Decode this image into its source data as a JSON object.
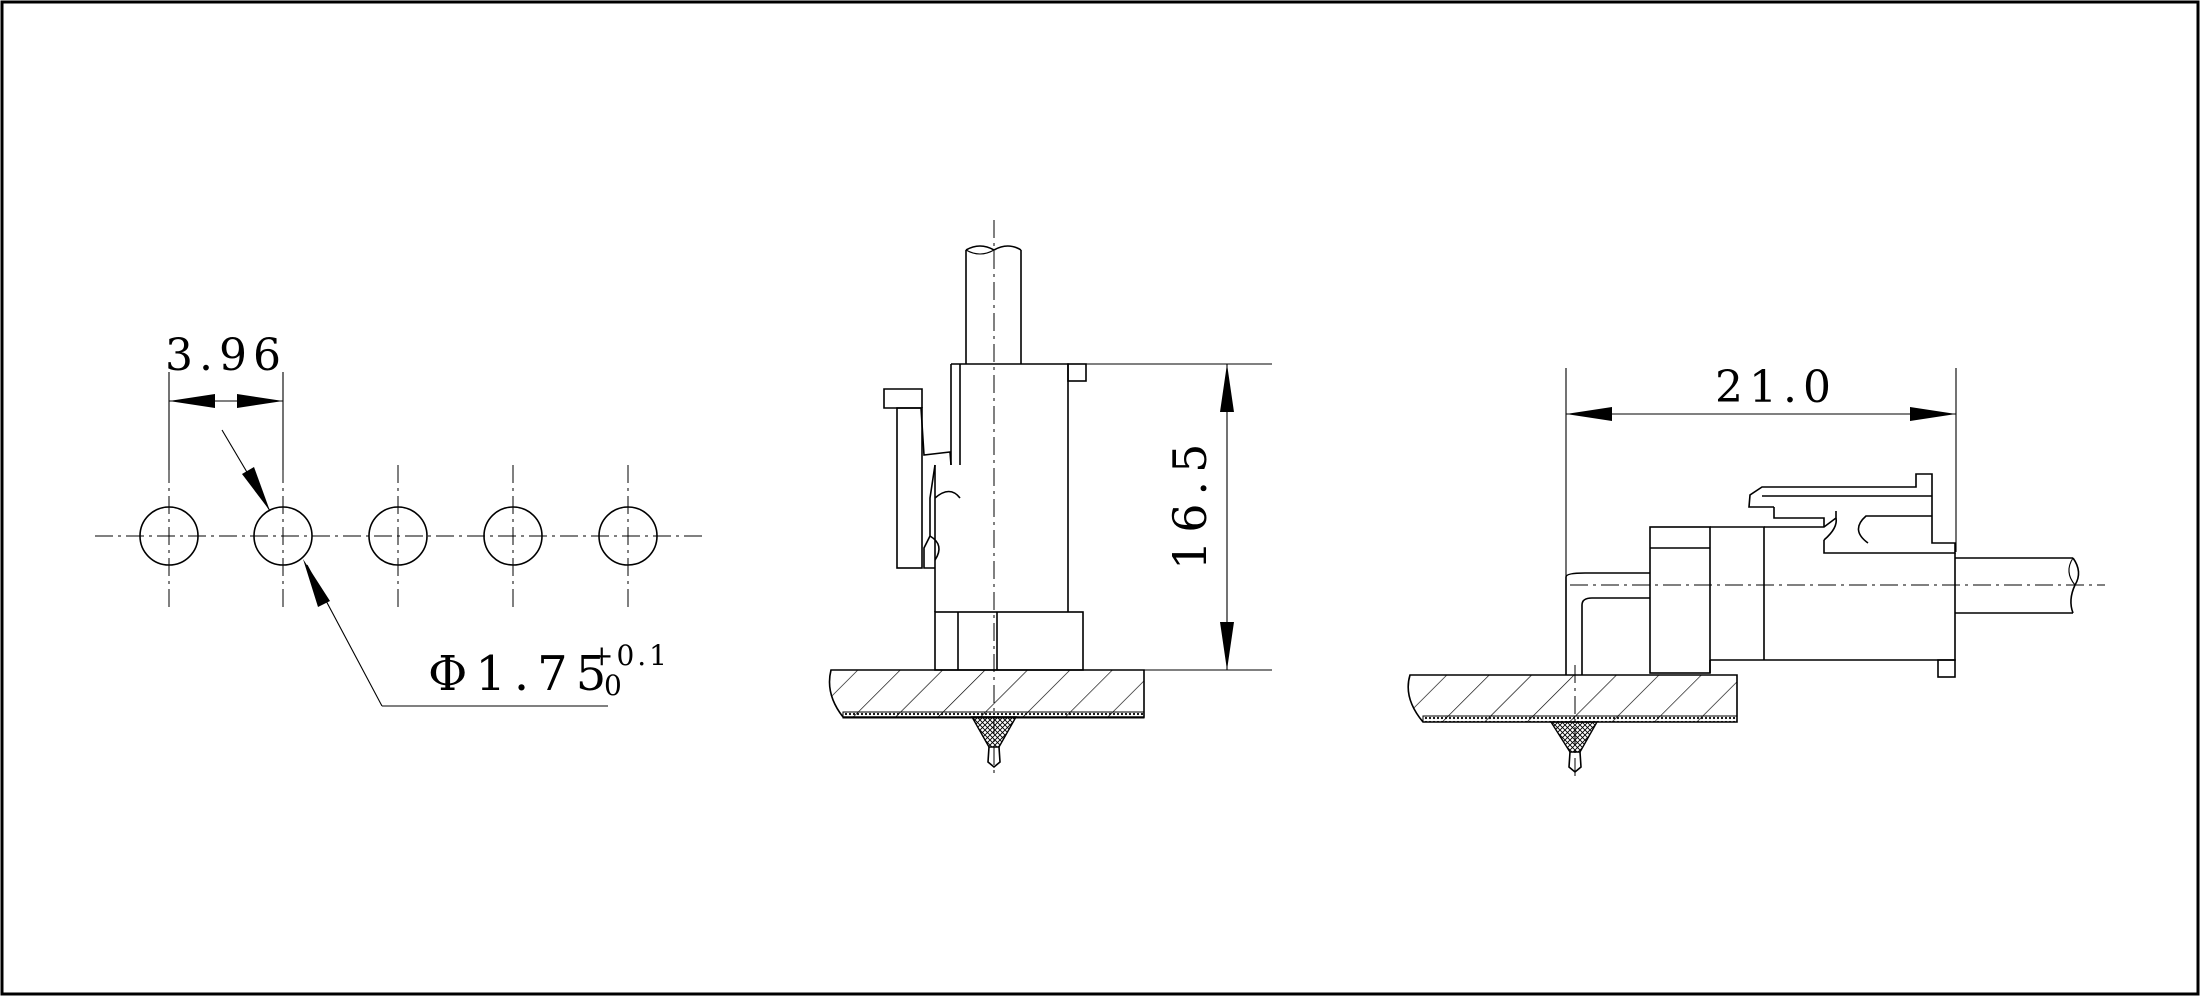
{
  "dimensions": {
    "pitch": "3.96",
    "hole_symbol": "Φ",
    "hole_diameter": "1.75",
    "hole_tol_upper": "+0.1",
    "hole_tol_lower": "0",
    "height": "16.5",
    "length": "21.0"
  },
  "views": {
    "hole_pattern": {
      "hole_count": 5
    },
    "front_view": {},
    "side_view": {}
  }
}
